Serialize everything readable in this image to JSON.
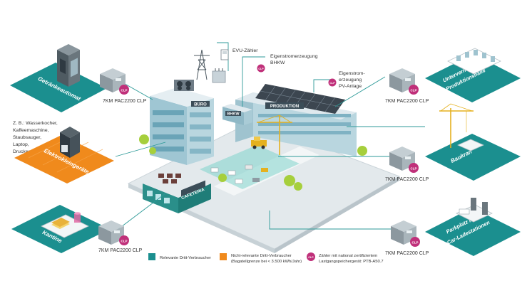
{
  "colors": {
    "relevant": "#1b8f8f",
    "not_relevant": "#f08a1c",
    "clp_badge": "#c0307a",
    "leader_line": "#2d9a98",
    "building": "#a9cbd6",
    "ground": "#dfe6ea"
  },
  "zones": {
    "getraenke": {
      "label": "Getränkeautomat",
      "meter": "7KM PAC2200 CLP"
    },
    "elektro": {
      "label": "Elektrokleingeräte",
      "examples": [
        "Z. B.: Wasserkocher,",
        "Kaffeemaschine,",
        "Staubsauger,",
        "Laptop,",
        "Drucker"
      ]
    },
    "kantine": {
      "label": "Kantine",
      "meter": "7KM PAC2200 CLP"
    },
    "produktionshalle": {
      "label": [
        "Untervermietete",
        "Produktionshalle"
      ],
      "meter": "7KM PAC2200 CLP"
    },
    "baukran": {
      "label": "Baukran",
      "meter": "7KM PAC2200 CLP"
    },
    "parkplatz": {
      "label": [
        "Parkplatz mit",
        "eCar-Ladestationen"
      ],
      "meter": "7KM PAC2200 CLP"
    }
  },
  "callouts": {
    "evu": "EVU-Zähler",
    "bhkw": [
      "Eigenstromerzeugung",
      "BHKW"
    ],
    "pv": [
      "Eigenstrom-",
      "erzeugung",
      "PV-Anlage"
    ]
  },
  "buildings": {
    "buero": "BÜRO",
    "bhkw": "BHKW",
    "produktion": "PRODUKTION",
    "cafeteria": "CAFETERIA"
  },
  "badge": "CLP",
  "legend": {
    "relevant": "Relevante Dritt-Verbraucher",
    "not_relevant": [
      "Nicht-relevante Dritt-Verbraucher",
      "(Bagatellgrenze bei < 3.500 kWh/Jahr)"
    ],
    "zaehler": [
      "Zähler mit national zertifiziertem",
      "Lastgangspeichergerät: PTB-A50.7"
    ]
  }
}
